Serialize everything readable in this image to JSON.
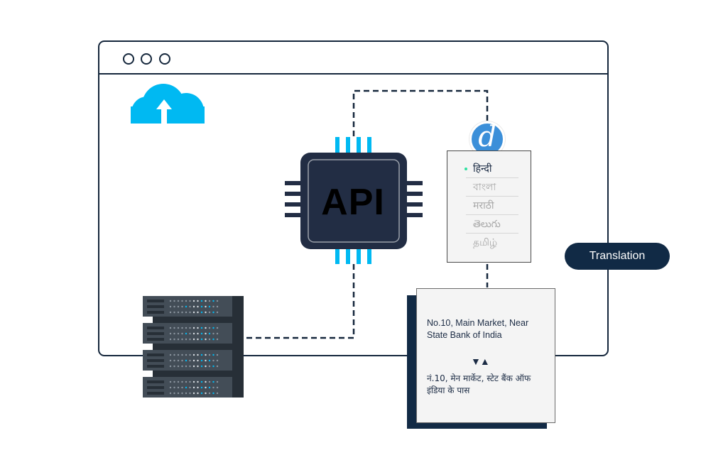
{
  "diagram": {
    "title": "API translation flow",
    "browser_window": {
      "window_controls": [
        "dot",
        "dot",
        "dot"
      ]
    },
    "upload_icon": "cloud-upload-icon",
    "api_chip": {
      "label": "API"
    },
    "translator_logo": {
      "glyph": "d",
      "icon": "translator-logo-icon"
    },
    "language_list": {
      "items": [
        {
          "label": "हिन्दी",
          "selected": true
        },
        {
          "label": "বাংলা",
          "selected": false
        },
        {
          "label": "मराठी",
          "selected": false
        },
        {
          "label": "తెలుగు",
          "selected": false
        },
        {
          "label": "தமிழ்",
          "selected": false
        }
      ]
    },
    "translation_badge": {
      "label": "Translation"
    },
    "address_card": {
      "source_text": "No.10, Main Market, Near State Bank of India",
      "swap_icon": "▼▲",
      "translated_text": "नं.10, मेन मार्केट, स्टेट बैंक ऑफ इंडिया के पास"
    },
    "server_icon": "server-rack-icon",
    "colors": {
      "navy": "#15273c",
      "accent_blue": "#00b9f2",
      "chip_dark": "#222d44",
      "server_gray": "#434d57",
      "logo_blue": "#3b8fd9",
      "panel_bg": "#f4f4f4"
    }
  }
}
